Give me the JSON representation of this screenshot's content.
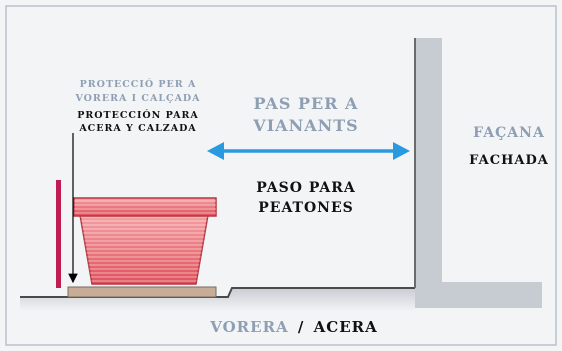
{
  "labels": {
    "protection_cat_line1": "PROTECCIÓ PER A",
    "protection_cat_line2": "VORERA I CALÇADA",
    "protection_esp_line1": "PROTECCIÓN PARA",
    "protection_esp_line2": "ACERA Y CALZADA",
    "pedestrian_cat_line1": "PAS PER A",
    "pedestrian_cat_line2": "VIANANTS",
    "pedestrian_esp_line1": "PASO PARA",
    "pedestrian_esp_line2": "PEATONES",
    "facade_cat": "FAÇANA",
    "facade_esp": "FACHADA",
    "sidewalk_cat": "VORERA",
    "sidewalk_sep": "/",
    "sidewalk_esp": "ACERA"
  },
  "colors": {
    "background": "#f3f4f6",
    "frame_border": "#b9c1cc",
    "catalan_text": "#8e9fb4",
    "spanish_text": "#111111",
    "arrow": "#2a9ae0",
    "wall": "#c7ccd2",
    "wall_edge": "#5a5a5a",
    "pot": "#e9616a",
    "post": "#c01c52",
    "base_plate": "#c7ad97"
  },
  "icons": {
    "pot": "flower-pot-icon",
    "double_arrow": "double-arrow-icon",
    "pointer_arrow": "down-arrow-icon"
  }
}
